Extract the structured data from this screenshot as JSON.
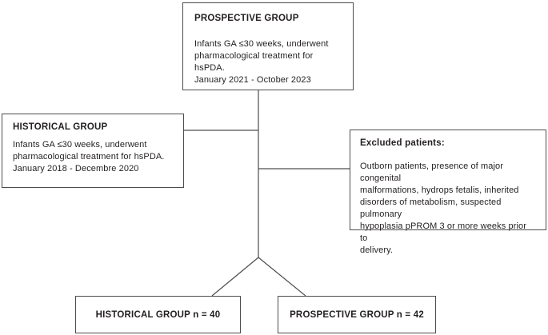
{
  "figure": {
    "background_color": "#ffffff",
    "line_color": "#4d4d4f",
    "text_color": "#231f20",
    "boxes": {
      "prospective": {
        "title": "PROSPECTIVE GROUP",
        "body": [
          "Infants GA ≤30 weeks, underwent",
          "pharmacological treatment for hsPDA.",
          "January 2021 - October 2023"
        ]
      },
      "historical": {
        "title": "HISTORICAL GROUP",
        "body": [
          "Infants GA ≤30 weeks, underwent",
          "pharmacological treatment for hsPDA.",
          "January 2018 - Decembre 2020"
        ]
      },
      "excluded": {
        "title": "Excluded patients:",
        "body": [
          "Outborn patients, presence of major congenital",
          "malformations, hydrops fetalis, inherited",
          "disorders of metabolism, suspected pulmonary",
          "hypoplasia pPROM 3 or more weeks prior to",
          "delivery."
        ]
      },
      "historical_result": {
        "label": "HISTORICAL GROUP n = 40"
      },
      "prospective_result": {
        "label": "PROSPECTIVE GROUP n = 42"
      }
    }
  }
}
